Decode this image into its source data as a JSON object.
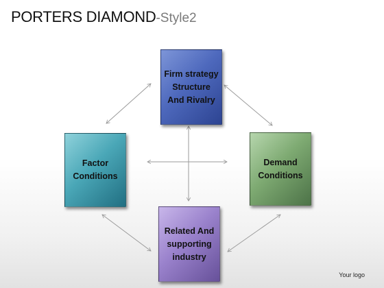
{
  "title": {
    "main": "PORTERS DIAMOND",
    "sub": "-Style2"
  },
  "boxes": {
    "top": "Firm strategy Structure And Rivalry",
    "left": "Factor Conditions",
    "right": "Demand Conditions",
    "bottom": "Related And supporting industry"
  },
  "logo": "Your logo",
  "colors": {
    "arrow": "#9a9a9a",
    "top_box": "#4e69bd",
    "left_box": "#4aa7b7",
    "right_box": "#7eaa72",
    "bottom_box": "#9a82cc"
  }
}
